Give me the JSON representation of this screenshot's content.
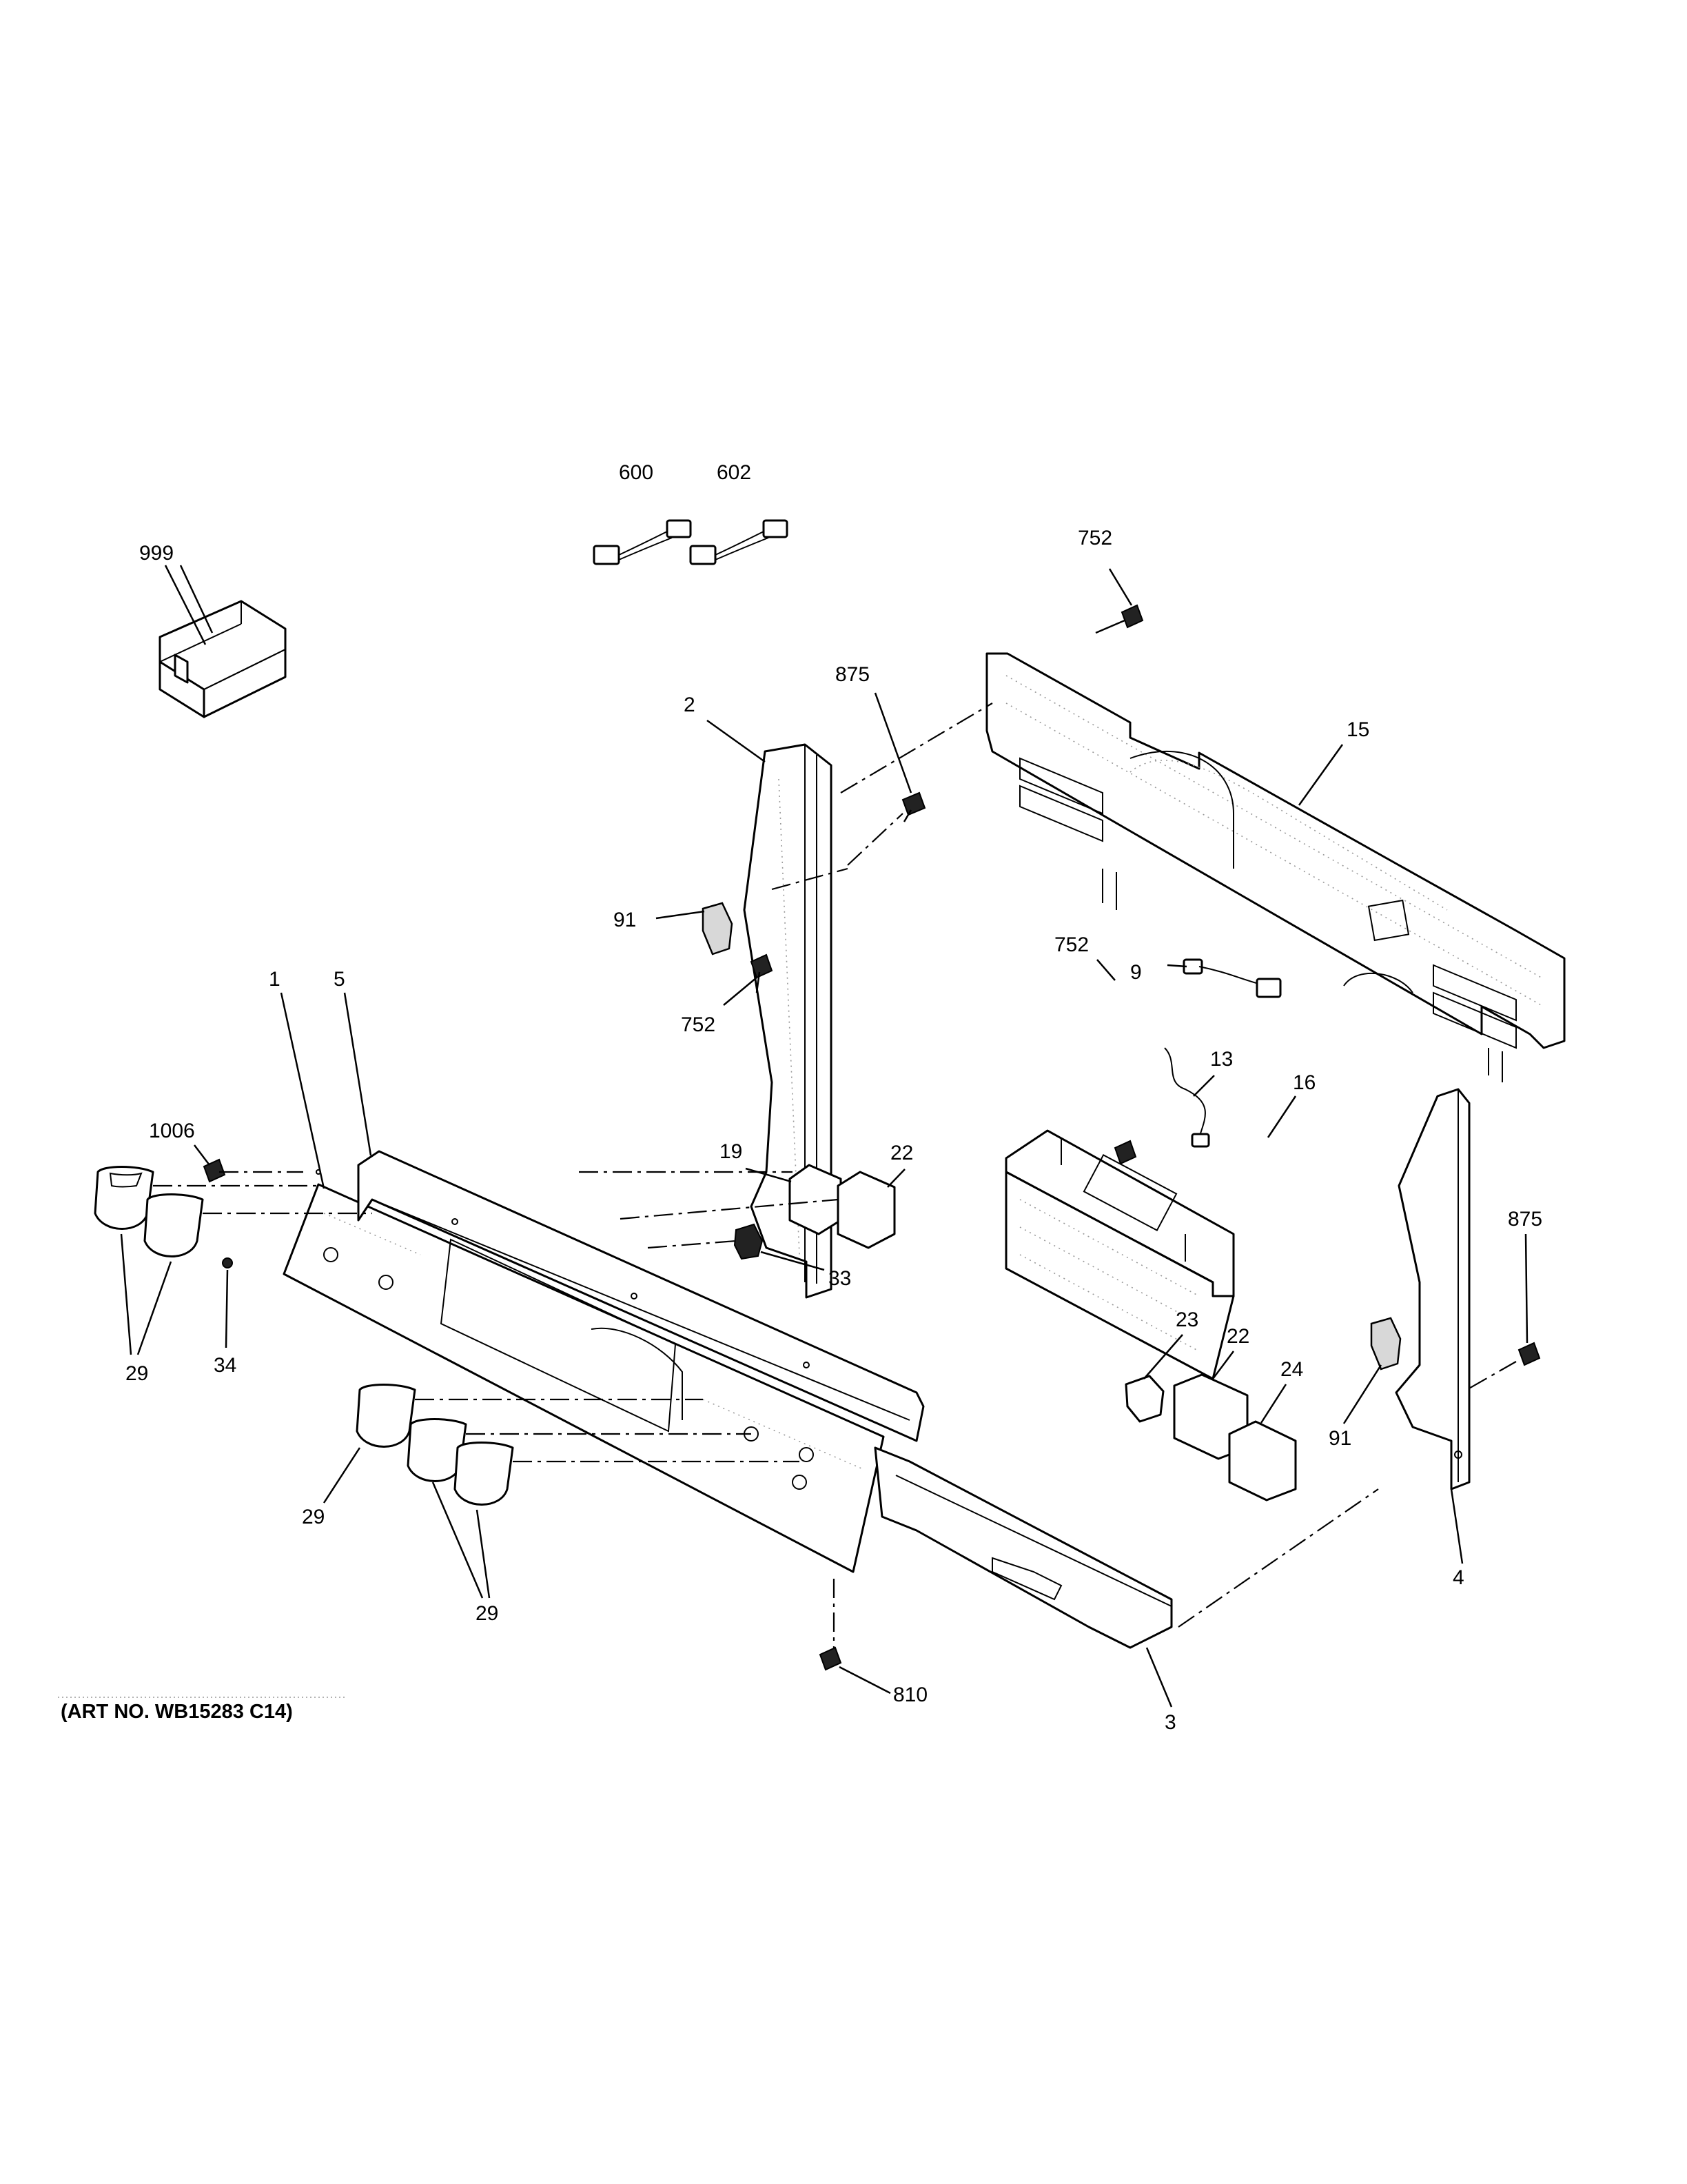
{
  "diagram": {
    "art_number": "(ART NO. WB15283 C14)",
    "callouts": {
      "c600": "600",
      "c602": "602",
      "c999": "999",
      "c752_top": "752",
      "c875_left": "875",
      "c2": "2",
      "c15": "15",
      "c91_left": "91",
      "c752_bracket": "752",
      "c752_display": "752",
      "c9": "9",
      "c13": "13",
      "c16": "16",
      "c5": "5",
      "c1": "1",
      "c1006": "1006",
      "c19": "19",
      "c22_upper": "22",
      "c33": "33",
      "c34": "34",
      "c29_left": "29",
      "c875_right": "875",
      "c23": "23",
      "c22_lower": "22",
      "c24": "24",
      "c91_right": "91",
      "c4": "4",
      "c29_mid": "29",
      "c29_bottom": "29",
      "c810": "810",
      "c3": "3"
    }
  }
}
